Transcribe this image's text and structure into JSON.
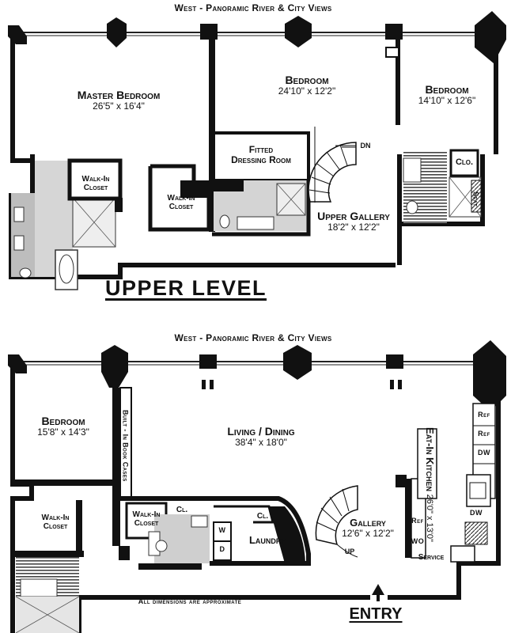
{
  "upper": {
    "views_label": "West - Panoramic River & City Views",
    "level_title": "UPPER LEVEL",
    "rooms": {
      "master_bedroom": {
        "name": "Master Bedroom",
        "dims": "26'5\" x 16'4\""
      },
      "bedroom_center": {
        "name": "Bedroom",
        "dims": "24'10\" x 12'2\""
      },
      "bedroom_right": {
        "name": "Bedroom",
        "dims": "14'10\" x 12'6\""
      },
      "fitted_dressing": {
        "name_line1": "Fitted",
        "name_line2": "Dressing Room"
      },
      "walk_in_closet_1": {
        "line1": "Walk-In",
        "line2": "Closet"
      },
      "walk_in_closet_2": {
        "line1": "Walk-In",
        "line2": "Closet"
      },
      "upper_gallery": {
        "name": "Upper Gallery",
        "dims": "18'2\" x 12'2\""
      },
      "clo": "Clo.",
      "seat": "Seat",
      "stair_dn": "DN"
    }
  },
  "lower": {
    "views_label": "West - Panoramic River & City Views",
    "rooms": {
      "bedroom": {
        "name": "Bedroom",
        "dims": "15'8\" x 14'3\""
      },
      "living_dining": {
        "name": "Living / Dining",
        "dims": "38'4\" x 18'0\""
      },
      "eat_in_kitchen": {
        "name": "Eat-In Kitchen",
        "dims": "26'0\" x 13'0\""
      },
      "walk_in_closet_bed": {
        "line1": "Walk-In",
        "line2": "Closet"
      },
      "walk_in_closet_hall": {
        "line1": "Walk-In",
        "line2": "Closet"
      },
      "gallery": {
        "name": "Gallery",
        "dims": "12'6\" x 12'2\""
      },
      "laundry": "Laundry",
      "cl_1": "Cl.",
      "cl_2": "Cl.",
      "built_in_book_cases": "Built - In  Book  Cases",
      "stair_up": "UP",
      "service": "Service",
      "appliances": {
        "ref_1": "Ref",
        "ref_2": "Ref",
        "dw_1": "DW",
        "dw_2": "DW",
        "ref_3": "Ref",
        "wo": "WO",
        "w": "W",
        "d": "D"
      }
    },
    "dimensions_note": "All dimensions are approximate",
    "entry_label": "ENTRY"
  }
}
